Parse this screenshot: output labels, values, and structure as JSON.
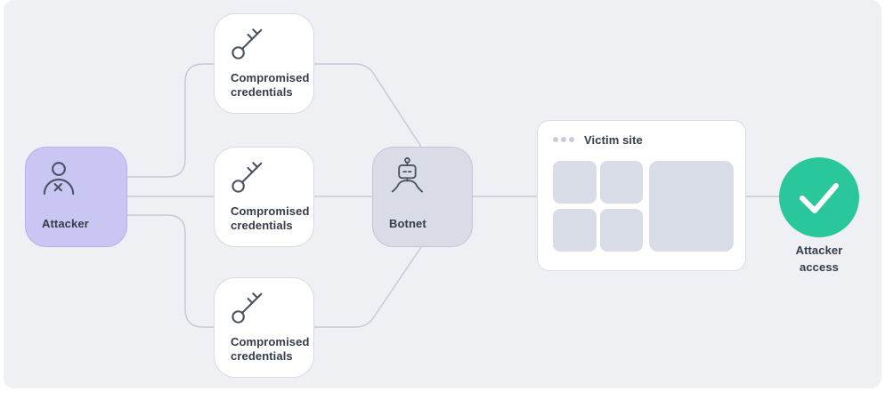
{
  "palette": {
    "panel_bg": "#eef0f4",
    "attacker_fill": "#c9c6f4",
    "attacker_border": "#b5afee",
    "card_border": "#d7dae2",
    "botnet_fill": "#d9dce6",
    "block_fill": "#d8dce6",
    "connector": "#c4c9d5",
    "icon": "#4a5160",
    "text": "#343b49",
    "success_green": "#29c79b"
  },
  "nodes": {
    "attacker": {
      "label": "Attacker",
      "icon": "attacker-person-icon"
    },
    "credentials": [
      {
        "line1": "Compromised",
        "line2": "credentials",
        "icon": "key-icon"
      },
      {
        "line1": "Compromised",
        "line2": "credentials",
        "icon": "key-icon"
      },
      {
        "line1": "Compromised",
        "line2": "credentials",
        "icon": "key-icon"
      }
    ],
    "botnet": {
      "label": "Botnet",
      "icon": "robot-icon"
    },
    "victim_site": {
      "title": "Victim site",
      "icon": "window-dots-icon"
    },
    "attacker_access": {
      "line1": "Attacker",
      "line2": "access",
      "icon": "checkmark-icon"
    }
  }
}
